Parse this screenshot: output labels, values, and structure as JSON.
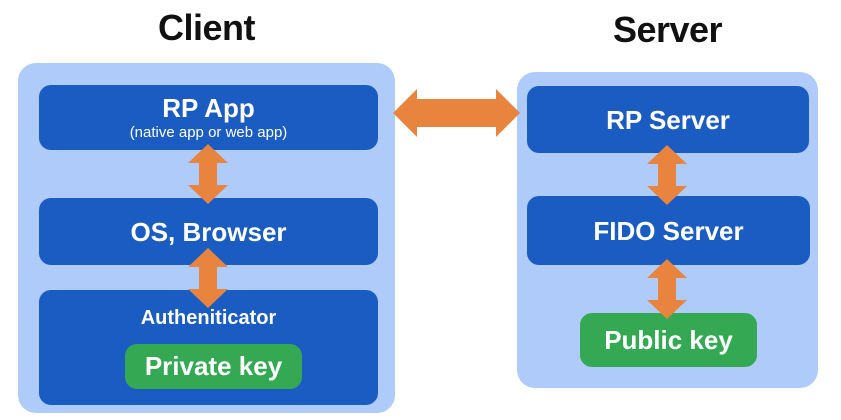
{
  "diagram": {
    "client": {
      "title": "Client",
      "rp_app": {
        "label": "RP App",
        "sublabel": "(native app or web app)"
      },
      "os_browser": {
        "label": "OS, Browser"
      },
      "authenticator": {
        "label": "Autheniticator",
        "private_key": {
          "label": "Private key"
        }
      }
    },
    "server": {
      "title": "Server",
      "rp_server": {
        "label": "RP Server"
      },
      "fido_server": {
        "label": "FIDO Server"
      },
      "public_key": {
        "label": "Public key"
      }
    },
    "colors": {
      "panel_blue": "#aecbfa",
      "box_blue": "#1a5cc2",
      "key_green": "#34a853",
      "arrow_orange": "#e8843d",
      "title_text": "#111111",
      "box_text": "#ffffff"
    }
  }
}
